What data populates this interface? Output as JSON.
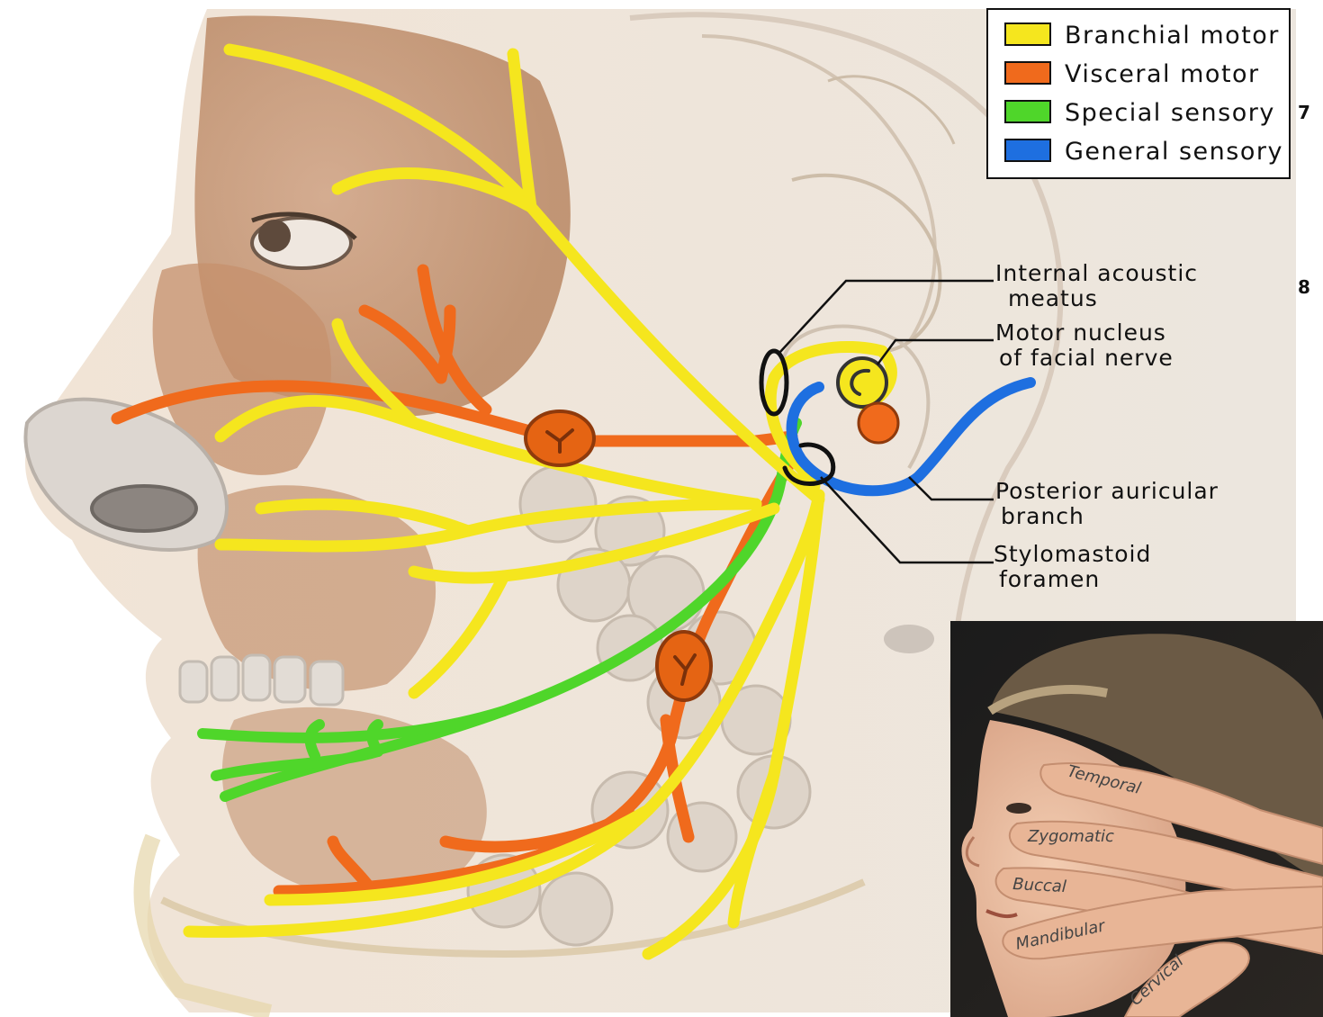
{
  "legend": {
    "items": [
      {
        "label": "Branchial motor",
        "color": "#f5e61e",
        "key": "branchial"
      },
      {
        "label": "Visceral motor",
        "color": "#f06a1c",
        "key": "visceral"
      },
      {
        "label": "Special sensory",
        "color": "#4fd62a",
        "key": "special"
      },
      {
        "label": "General sensory",
        "color": "#1e6fe0",
        "key": "general"
      }
    ]
  },
  "side_numbers": [
    "7",
    "8"
  ],
  "labels": {
    "internal_acoustic": [
      "Internal acoustic",
      "meatus"
    ],
    "motor_nucleus": [
      "Motor nucleus",
      "of facial nerve"
    ],
    "posterior_auricular": [
      "Posterior auricular",
      "branch"
    ],
    "stylomastoid": [
      "Stylomastoid",
      "foramen"
    ]
  },
  "inset": {
    "branches": [
      "Temporal",
      "Zygomatic",
      "Buccal",
      "Mandibular",
      "Cervical"
    ]
  },
  "colors": {
    "branchial": "#f5e61e",
    "visceral": "#f06a1c",
    "special": "#4fd62a",
    "general": "#1e6fe0",
    "skin": "#e9d7c4",
    "muscle": "#c79a78"
  }
}
